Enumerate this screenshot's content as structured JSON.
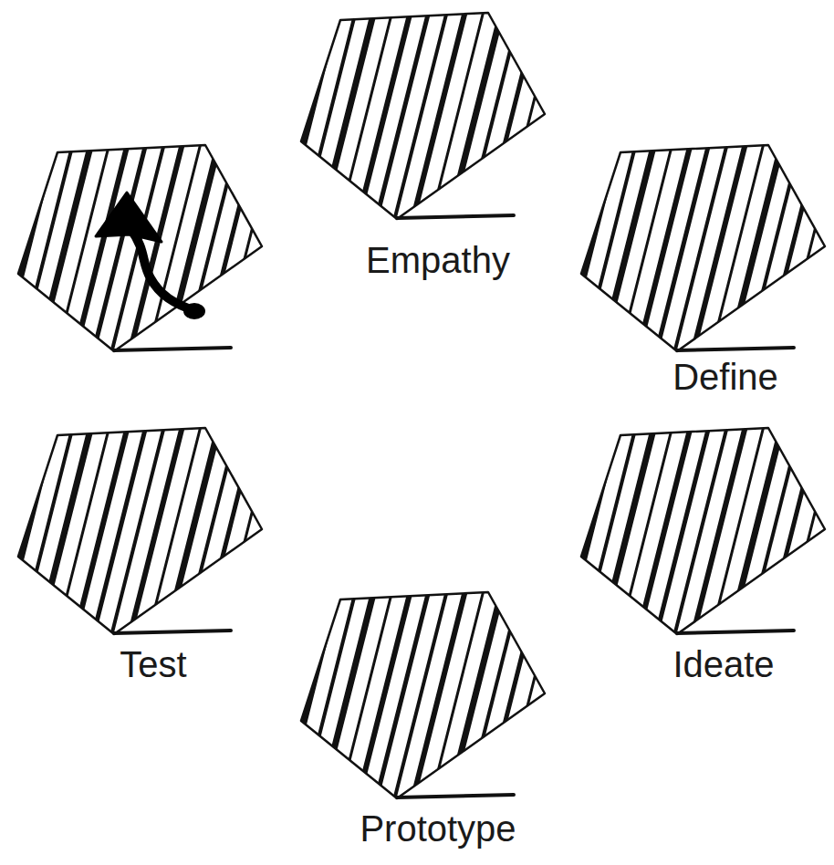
{
  "diagram": {
    "nodes": [
      {
        "text": [
          "Empathy"
        ]
      },
      {
        "text": [
          "Define"
        ]
      },
      {
        "text": [
          "Ideate"
        ]
      },
      {
        "text": [
          "Prototype"
        ]
      },
      {
        "text": [
          "Test"
        ]
      }
    ]
  }
}
